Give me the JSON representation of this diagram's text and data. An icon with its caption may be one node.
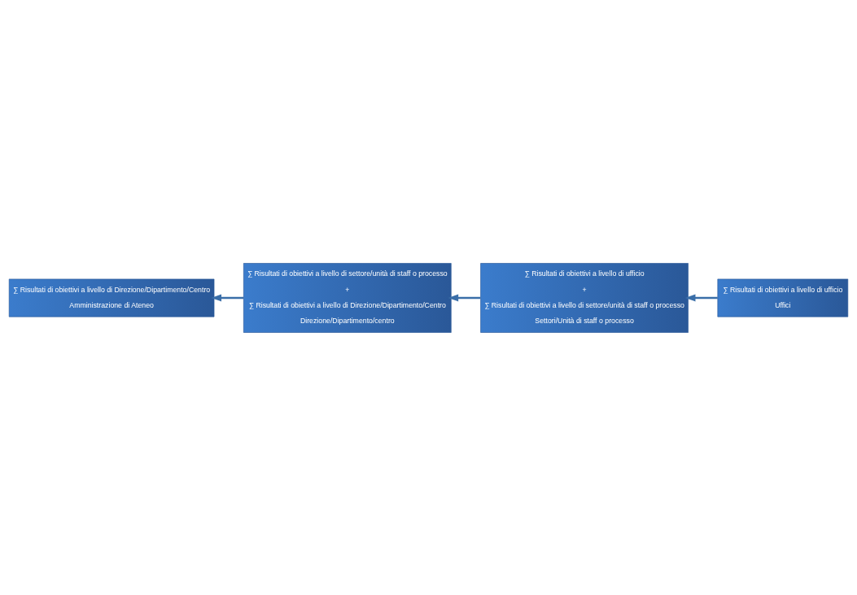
{
  "diagram": {
    "nodes": [
      {
        "text": [
          "∑ Risultati di obiettivi a livello di Direzione/Dipartimento/Centro",
          "Amministrazione di Ateneo"
        ]
      },
      {
        "text": [
          "∑ Risultati di obiettivi a livello di settore/unità di staff o processo",
          "+",
          "∑ Risultati di obiettivi a livello di Direzione/Dipartimento/Centro",
          "Direzione/Dipartimento/centro"
        ]
      },
      {
        "text": [
          "∑ Risultati di obiettivi a livello di ufficio",
          "+",
          "∑ Risultati di obiettivi a livello di settore/unità di staff o processo",
          "Settori/Unità di staff o processo"
        ]
      },
      {
        "text": [
          "∑ Risultati di obiettivi a livello di ufficio",
          "Uffici"
        ]
      }
    ],
    "edges": [
      {
        "from": 3,
        "to": 2,
        "arrow": "to"
      },
      {
        "from": 2,
        "to": 1,
        "arrow": "to"
      },
      {
        "from": 1,
        "to": 0,
        "arrow": "to"
      }
    ]
  }
}
